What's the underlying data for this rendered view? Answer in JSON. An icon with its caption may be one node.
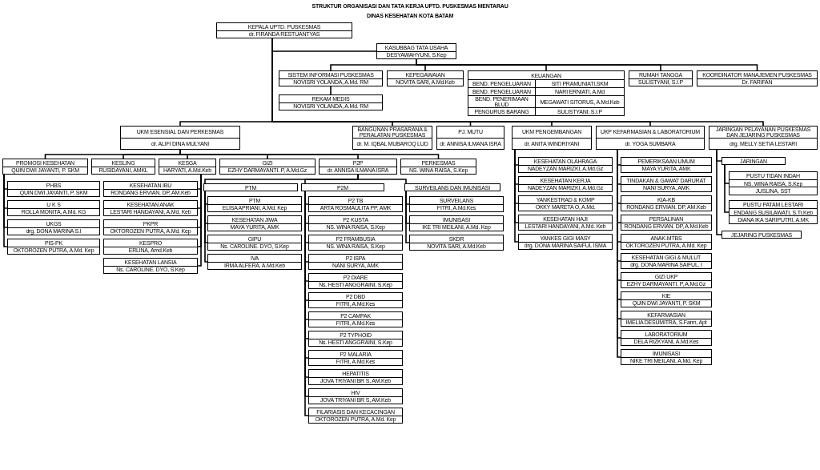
{
  "diagram": {
    "title": "STRUKTUR ORGANISASI DAN TATA KERJA UPTD. PUSKESMAS MENTARAU",
    "nodes": [
      {
        "text": [
          "KEPALA UPTD. PUSKESMAS",
          "dr. FIRANDA RESTUANTYAS"
        ]
      },
      {
        "text": [
          "KASUBBAG TATA USAHA",
          "DESYAWAHYUNI, S.Kep"
        ]
      },
      {
        "text": [
          "SISTEM INFORMASI PUSKESMAS",
          "NOVISRI YOLANDA, A.Md. RM"
        ]
      },
      {
        "text": [
          "REKAM MEDIS",
          "NOVISRI YOLANDA, A.Md. RM"
        ]
      },
      {
        "text": [
          "KEPEGAWAIAN",
          "NOVITA SARI, A.Md.Keb"
        ]
      },
      {
        "text": [
          "KEUANGAN"
        ]
      },
      {
        "text": [
          "BEND. PENGELUARAN",
          "SITI PRAMUNIATI,SKM"
        ],
        "in": 5
      },
      {
        "text": [
          "BEND. PENGELUARAN",
          "NARI ERNIATI, A.Md"
        ],
        "in": 5
      },
      {
        "text": [
          "BEND. PENERIMAAN BLUD",
          "MEGAWATI SITORUS, A.Md.Keb"
        ],
        "in": 5
      },
      {
        "text": [
          "PENGURUS BARANG",
          "SULISTYANI, S.I.P"
        ],
        "in": 5
      },
      {
        "text": [
          "RUMAH TANGGA",
          "SULISTYANI, S.I.P"
        ]
      },
      {
        "text": [
          "KOORDINATOR MANAJEMEN PUSKESMAS",
          "Dr. FARIFAN"
        ]
      },
      {
        "text": [
          "UKM ESENSIAL DAN PERKESMAS",
          "dr. ALIFI DINA MULYANI"
        ]
      },
      {
        "text": [
          "UKM PENGEMBANGAN",
          "dr. ANITA WINDRIYANI"
        ]
      },
      {
        "text": [
          "UKP KEFARMASIAN & LABORATORIUM",
          "dr. YOGA SUMBARA"
        ]
      },
      {
        "text": [
          "JARINGAN PELAYANAN PUSKESMAS DAN JEJARING PUSKESMAS",
          "drg. MELLY SETIA LESTARI"
        ]
      },
      {
        "text": [
          "BANGUNAN PRASARANA & PERALATAN PUSKESMAS",
          "dr. M. IQBAL MUBAROQ LUD"
        ]
      },
      {
        "text": [
          "PJ. MUTU",
          "dr. ANNISA ILMANA ISRA"
        ]
      },
      {
        "text": [
          "PROMOSI KESEHATAN",
          "QUIN DWI JAYANTI, P. SKM"
        ]
      },
      {
        "text": [
          "KESLING",
          "RUSIDAYANI, AMKL"
        ]
      },
      {
        "text": [
          "KESGA",
          "HARYATI, A.Md.Keb"
        ]
      },
      {
        "text": [
          "GIZI",
          "EZHY DARMAYANTI. P, A.Md.Gz"
        ]
      },
      {
        "text": [
          "P2P",
          "dr. ANNISA ILMANA ISRA"
        ]
      },
      {
        "text": [
          "PERKESMAS",
          "NS. WINA RAISA, S.Kep"
        ]
      },
      {
        "text": [
          "PHBS",
          "QUIN DWI JAYANTI, P. SKM"
        ]
      },
      {
        "text": [
          "U K S",
          "ROLLA MONITA, A.Md. KG"
        ]
      },
      {
        "text": [
          "UKGS",
          "drg. DONA MARINA S.I"
        ]
      },
      {
        "text": [
          "PIS-PK",
          "OKTOROZEN PUTRA, A.Md. Kep"
        ]
      },
      {
        "text": [
          "KESEHATAN IBU",
          "RONDANG ERVIAN. DP, AM.Keb"
        ]
      },
      {
        "text": [
          "KESEHATAN ANAK",
          "LESTARI HANDAYANI, A.Md. Keb"
        ]
      },
      {
        "text": [
          "PKPR",
          "OKTOROZEN PUTRA, A.Md. Kep"
        ]
      },
      {
        "text": [
          "KESPRO",
          "ERLINA, Amd.Keb"
        ]
      },
      {
        "text": [
          "KESEHATAN LANSIA",
          "Ns. CAROLINE. DYO, S.Kep"
        ]
      },
      {
        "text": [
          "PTM"
        ]
      },
      {
        "text": [
          "P2M"
        ]
      },
      {
        "text": [
          "SURVEILANS DAN IMUNISASI"
        ]
      },
      {
        "text": [
          "PTM",
          "ELISA APRIANI, A.Md. Kep"
        ]
      },
      {
        "text": [
          "KESEHATAN JIWA",
          "MAYA YURITA, AMK"
        ]
      },
      {
        "text": [
          "GIPU",
          "Ns. CAROLINE. DYO, S.Kep"
        ]
      },
      {
        "text": [
          "IVA",
          "IRMA ALFERA, A.Md.Keb"
        ]
      },
      {
        "text": [
          "P2 TB",
          "ARTA ROSMAULITA PP, AMK"
        ]
      },
      {
        "text": [
          "P2 KUSTA",
          "NS. WINA RAISA, S.Kep"
        ]
      },
      {
        "text": [
          "P2 FRAMBUSIA",
          "NS. WINA RAISA, S.Kep"
        ]
      },
      {
        "text": [
          "P2 ISPA",
          "NANI SURYA, AMK"
        ]
      },
      {
        "text": [
          "P2 DIARE",
          "Ns. HESTI ANGGRAINI, S.Kep"
        ]
      },
      {
        "text": [
          "P2 DBD",
          "FITRI, A.Md.Kes"
        ]
      },
      {
        "text": [
          "P2 CAMPAK",
          "FITRI, A.Md.Kes"
        ]
      },
      {
        "text": [
          "P2 TYPHOID",
          "Ns. HESTI ANGGRAINI, S.Kep"
        ]
      },
      {
        "text": [
          "P2 MALARIA",
          "FITRI, A.Md.Kes"
        ]
      },
      {
        "text": [
          "HEPATITIS",
          "JOVA TRIYANI BR S, AM.Keb"
        ]
      },
      {
        "text": [
          "HIV",
          "JOVA TRIYANI BR S, AM.Keb"
        ]
      },
      {
        "text": [
          "FILARIASIS DAN KECACINGAN",
          "OKTOROZEN PUTRA, A.Md. Kep"
        ]
      },
      {
        "text": [
          "SURVEILANS",
          "FITRI, A.Md.Kes"
        ]
      },
      {
        "text": [
          "IMUNISASI",
          "IKE TRI MEILANI, A.Md. Kep"
        ]
      },
      {
        "text": [
          "SKDR",
          "NOVITA SARI, A.Md.Keb"
        ]
      },
      {
        "text": [
          "KESEHATAN OLAHRAGA",
          "NADEYZAN MARIZKI, A.Md.Gz"
        ]
      },
      {
        "text": [
          "KESEHATAN KERJA",
          "NADEYZAN MARIZKI, A.Md.Gz"
        ]
      },
      {
        "text": [
          "YANKESTRAD & KOMP",
          "OKKY MARETA O, A.Md."
        ]
      },
      {
        "text": [
          "KESEHATAN HAJI",
          "LESTARI HANDAYANI, A.Md. Keb"
        ]
      },
      {
        "text": [
          "YANKES GIGI MASY",
          "drg. DONA MARINA SAIFUL ISMA"
        ]
      },
      {
        "text": [
          "PEMERIKSAAN UMUM",
          "MAYA YURITA, AMK"
        ]
      },
      {
        "text": [
          "TINDAKAN & GAWAT DARURAT",
          "NANI SURYA, AMK"
        ]
      },
      {
        "text": [
          "KIA-KB",
          "RONDANG ERVIAN. DP, AM.Keb"
        ]
      },
      {
        "text": [
          "PERSALINAN",
          "RONDANG ERVIAN. DP, A.Md.Keb"
        ]
      },
      {
        "text": [
          "ANAK-MTBS",
          "OKTOROZEN PUTRA, A.Md. Kep"
        ]
      },
      {
        "text": [
          "KESEHATAN GIGI & MULUT",
          "drg. DONA MARINA SAIFUL. I"
        ]
      },
      {
        "text": [
          "GIZI UKP",
          "EZHY DARMAYANTI. P, A.Md.Gz"
        ]
      },
      {
        "text": [
          "KIE",
          "QUIN DWI JAYANTI, P. SKM"
        ]
      },
      {
        "text": [
          "KEFARMASIAN",
          "IMELIA DESUMITRA, S.Farm, Apt"
        ]
      },
      {
        "text": [
          "LABORATORIUM",
          "DELA RIZKYANI, A.Md.Kes"
        ]
      },
      {
        "text": [
          "IMUNISASI",
          "NIKE TRI MEILANI, A.Md. Kep"
        ]
      },
      {
        "text": [
          "JARINGAN"
        ]
      },
      {
        "text": [
          "JEJARING PUSKESMAS"
        ]
      },
      {
        "text": [
          "PUSTU TIDAN INDAH",
          "NS. WINA RAISA, S.Kep",
          "JUSLINA, SST"
        ]
      },
      {
        "text": [
          "PUSTU PATAM LESTARI",
          "ENDANG SUSILAWATI, S.Tr.Keb",
          "DIANA IKA SARIPUTRI, A.MK"
        ]
      }
    ],
    "edges": [
      {
        "from": 0,
        "to": 1,
        "arrow": "none"
      },
      {
        "from": 0,
        "to": 12,
        "arrow": "none"
      },
      {
        "from": 0,
        "to": 13,
        "arrow": "none"
      },
      {
        "from": 0,
        "to": 14,
        "arrow": "none"
      },
      {
        "from": 0,
        "to": 15,
        "arrow": "none"
      },
      {
        "from": 0,
        "to": 16,
        "arrow": "none"
      },
      {
        "from": 0,
        "to": 17,
        "arrow": "none"
      },
      {
        "from": 1,
        "to": 2,
        "arrow": "none"
      },
      {
        "from": 1,
        "to": 4,
        "arrow": "none"
      },
      {
        "from": 1,
        "to": 5,
        "arrow": "none"
      },
      {
        "from": 1,
        "to": 10,
        "arrow": "none"
      },
      {
        "from": 1,
        "to": 11,
        "arrow": "none"
      },
      {
        "from": 2,
        "to": 3,
        "arrow": "none"
      },
      {
        "from": 12,
        "to": 18,
        "arrow": "none"
      },
      {
        "from": 12,
        "to": 19,
        "arrow": "none"
      },
      {
        "from": 12,
        "to": 20,
        "arrow": "none"
      },
      {
        "from": 12,
        "to": 21,
        "arrow": "none"
      },
      {
        "from": 12,
        "to": 22,
        "arrow": "none"
      },
      {
        "from": 12,
        "to": 23,
        "arrow": "none"
      },
      {
        "from": 18,
        "to": 24,
        "arrow": "none"
      },
      {
        "from": 18,
        "to": 25,
        "arrow": "none"
      },
      {
        "from": 18,
        "to": 26,
        "arrow": "none"
      },
      {
        "from": 18,
        "to": 27,
        "arrow": "none"
      },
      {
        "from": 20,
        "to": 28,
        "arrow": "none"
      },
      {
        "from": 20,
        "to": 29,
        "arrow": "none"
      },
      {
        "from": 20,
        "to": 30,
        "arrow": "none"
      },
      {
        "from": 20,
        "to": 31,
        "arrow": "none"
      },
      {
        "from": 20,
        "to": 32,
        "arrow": "none"
      },
      {
        "from": 22,
        "to": 33,
        "arrow": "none"
      },
      {
        "from": 22,
        "to": 34,
        "arrow": "none"
      },
      {
        "from": 22,
        "to": 35,
        "arrow": "none"
      },
      {
        "from": 33,
        "to": 36,
        "arrow": "none"
      },
      {
        "from": 33,
        "to": 37,
        "arrow": "none"
      },
      {
        "from": 33,
        "to": 38,
        "arrow": "none"
      },
      {
        "from": 33,
        "to": 39,
        "arrow": "none"
      },
      {
        "from": 34,
        "to": 40,
        "arrow": "none"
      },
      {
        "from": 34,
        "to": 41,
        "arrow": "none"
      },
      {
        "from": 34,
        "to": 42,
        "arrow": "none"
      },
      {
        "from": 34,
        "to": 43,
        "arrow": "none"
      },
      {
        "from": 34,
        "to": 44,
        "arrow": "none"
      },
      {
        "from": 34,
        "to": 45,
        "arrow": "none"
      },
      {
        "from": 34,
        "to": 46,
        "arrow": "none"
      },
      {
        "from": 34,
        "to": 47,
        "arrow": "none"
      },
      {
        "from": 34,
        "to": 48,
        "arrow": "none"
      },
      {
        "from": 34,
        "to": 49,
        "arrow": "none"
      },
      {
        "from": 34,
        "to": 50,
        "arrow": "none"
      },
      {
        "from": 34,
        "to": 51,
        "arrow": "none"
      },
      {
        "from": 35,
        "to": 52,
        "arrow": "none"
      },
      {
        "from": 35,
        "to": 53,
        "arrow": "none"
      },
      {
        "from": 35,
        "to": 54,
        "arrow": "none"
      },
      {
        "from": 13,
        "to": 55,
        "arrow": "none"
      },
      {
        "from": 13,
        "to": 56,
        "arrow": "none"
      },
      {
        "from": 13,
        "to": 57,
        "arrow": "none"
      },
      {
        "from": 13,
        "to": 58,
        "arrow": "none"
      },
      {
        "from": 13,
        "to": 59,
        "arrow": "none"
      },
      {
        "from": 14,
        "to": 60,
        "arrow": "none"
      },
      {
        "from": 14,
        "to": 61,
        "arrow": "none"
      },
      {
        "from": 14,
        "to": 62,
        "arrow": "none"
      },
      {
        "from": 14,
        "to": 63,
        "arrow": "none"
      },
      {
        "from": 14,
        "to": 64,
        "arrow": "none"
      },
      {
        "from": 14,
        "to": 65,
        "arrow": "none"
      },
      {
        "from": 14,
        "to": 66,
        "arrow": "none"
      },
      {
        "from": 14,
        "to": 67,
        "arrow": "none"
      },
      {
        "from": 14,
        "to": 68,
        "arrow": "none"
      },
      {
        "from": 14,
        "to": 69,
        "arrow": "none"
      },
      {
        "from": 14,
        "to": 70,
        "arrow": "none"
      },
      {
        "from": 15,
        "to": 71,
        "arrow": "none"
      },
      {
        "from": 15,
        "to": 72,
        "arrow": "none"
      },
      {
        "from": 71,
        "to": 73,
        "arrow": "none"
      },
      {
        "from": 71,
        "to": 74,
        "arrow": "none"
      }
    ],
    "labels": [
      "DINAS KESEHATAN KOTA BATAM"
    ]
  }
}
